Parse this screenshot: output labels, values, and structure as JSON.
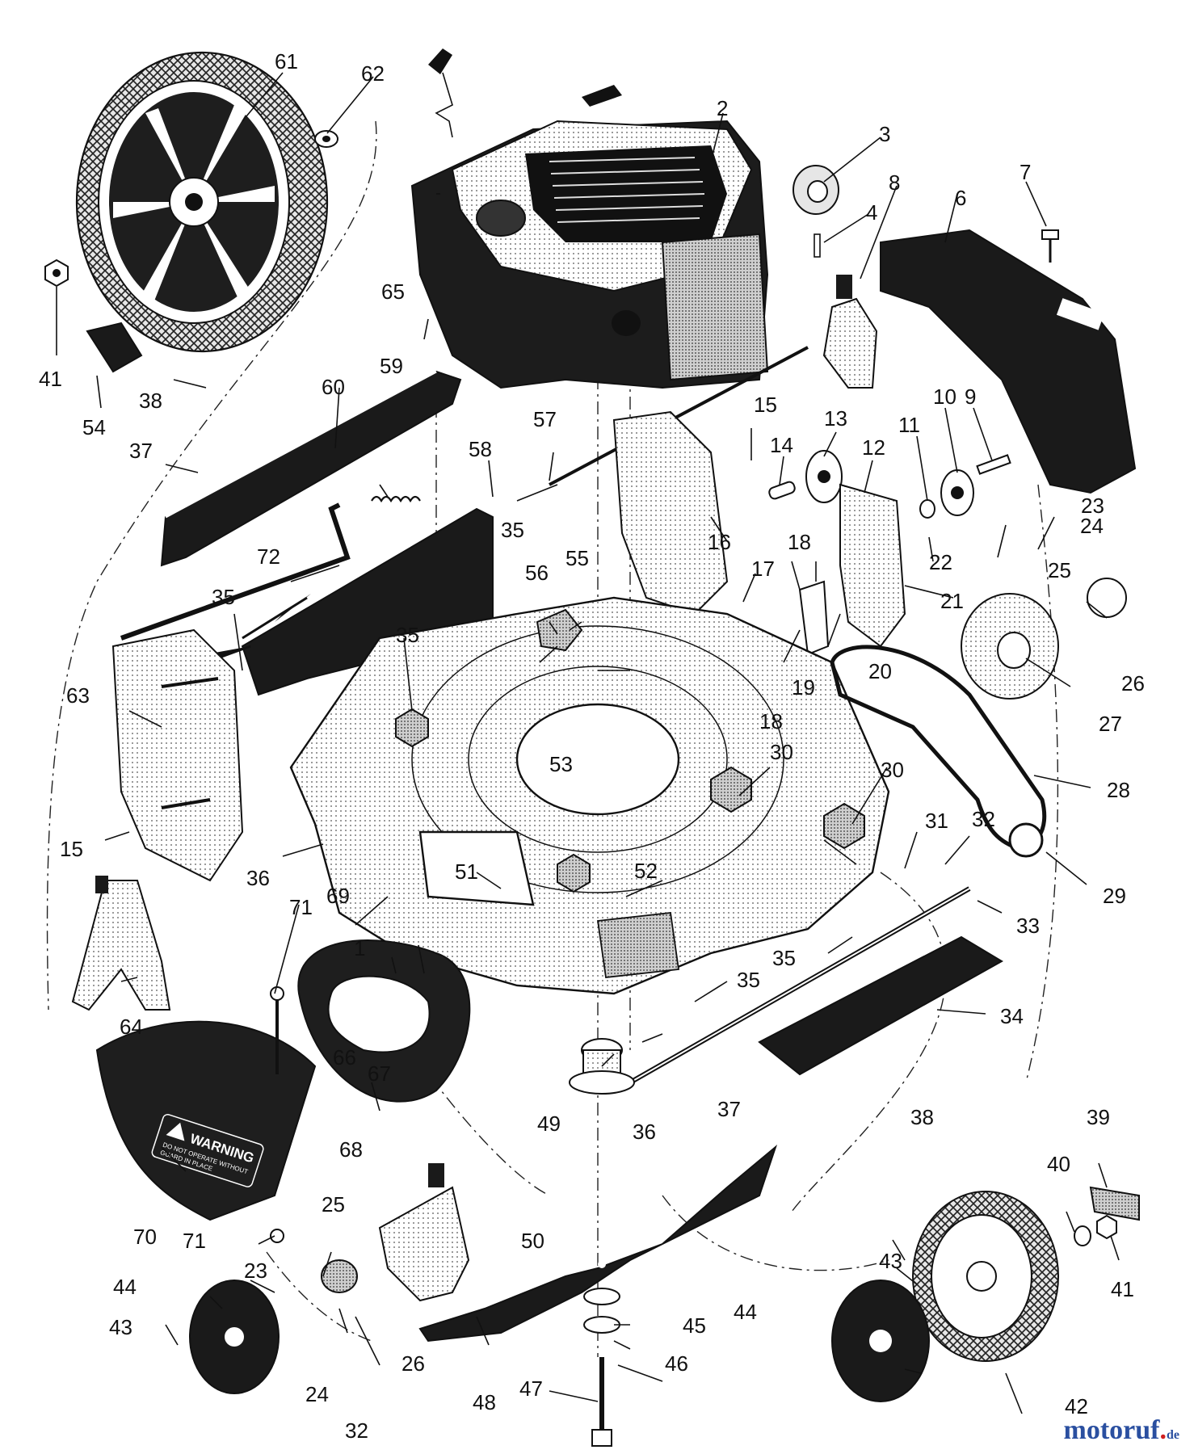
{
  "labels": {
    "l1": "1",
    "l2": "2",
    "l3": "3",
    "l4": "4",
    "l6": "6",
    "l7": "7",
    "l8": "8",
    "l9": "9",
    "l10": "10",
    "l11": "11",
    "l12": "12",
    "l13": "13",
    "l14": "14",
    "l15a": "15",
    "l15b": "15",
    "l16": "16",
    "l17": "17",
    "l18a": "18",
    "l18b": "18",
    "l19": "19",
    "l20": "20",
    "l21": "21",
    "l22": "22",
    "l23a": "23",
    "l23b": "23",
    "l24a": "24",
    "l24b": "24",
    "l25a": "25",
    "l25b": "25",
    "l26a": "26",
    "l26b": "26",
    "l27": "27",
    "l28": "28",
    "l29": "29",
    "l30a": "30",
    "l30b": "30",
    "l31": "31",
    "l32a": "32",
    "l32b": "32",
    "l33": "33",
    "l34": "34",
    "l35a": "35",
    "l35b": "35",
    "l35c": "35",
    "l35d": "35",
    "l35e": "35",
    "l36a": "36",
    "l36b": "36",
    "l37a": "37",
    "l37b": "37",
    "l38a": "38",
    "l38b": "38",
    "l39": "39",
    "l40": "40",
    "l41a": "41",
    "l41b": "41",
    "l42": "42",
    "l43a": "43",
    "l43b": "43",
    "l44a": "44",
    "l44b": "44",
    "l45": "45",
    "l46": "46",
    "l47": "47",
    "l48": "48",
    "l49": "49",
    "l50": "50",
    "l51": "51",
    "l52": "52",
    "l53": "53",
    "l54": "54",
    "l55": "55",
    "l56": "56",
    "l57": "57",
    "l58": "58",
    "l59": "59",
    "l60": "60",
    "l61": "61",
    "l62": "62",
    "l63": "63",
    "l64": "64",
    "l65": "65",
    "l66": "66",
    "l67": "67",
    "l68": "68",
    "l69": "69",
    "l70": "70",
    "l71a": "71",
    "l71b": "71",
    "l72": "72"
  },
  "warning_decal": {
    "title": "WARNING",
    "line1": "DO NOT OPERATE WITHOUT",
    "line2": "GUARD IN PLACE"
  },
  "watermark": {
    "name": "motoruf",
    "dot": ".",
    "tld": "de"
  },
  "colors": {
    "ink": "#111111",
    "brand_blue": "#2a4fa0",
    "brand_red": "#d02020"
  }
}
